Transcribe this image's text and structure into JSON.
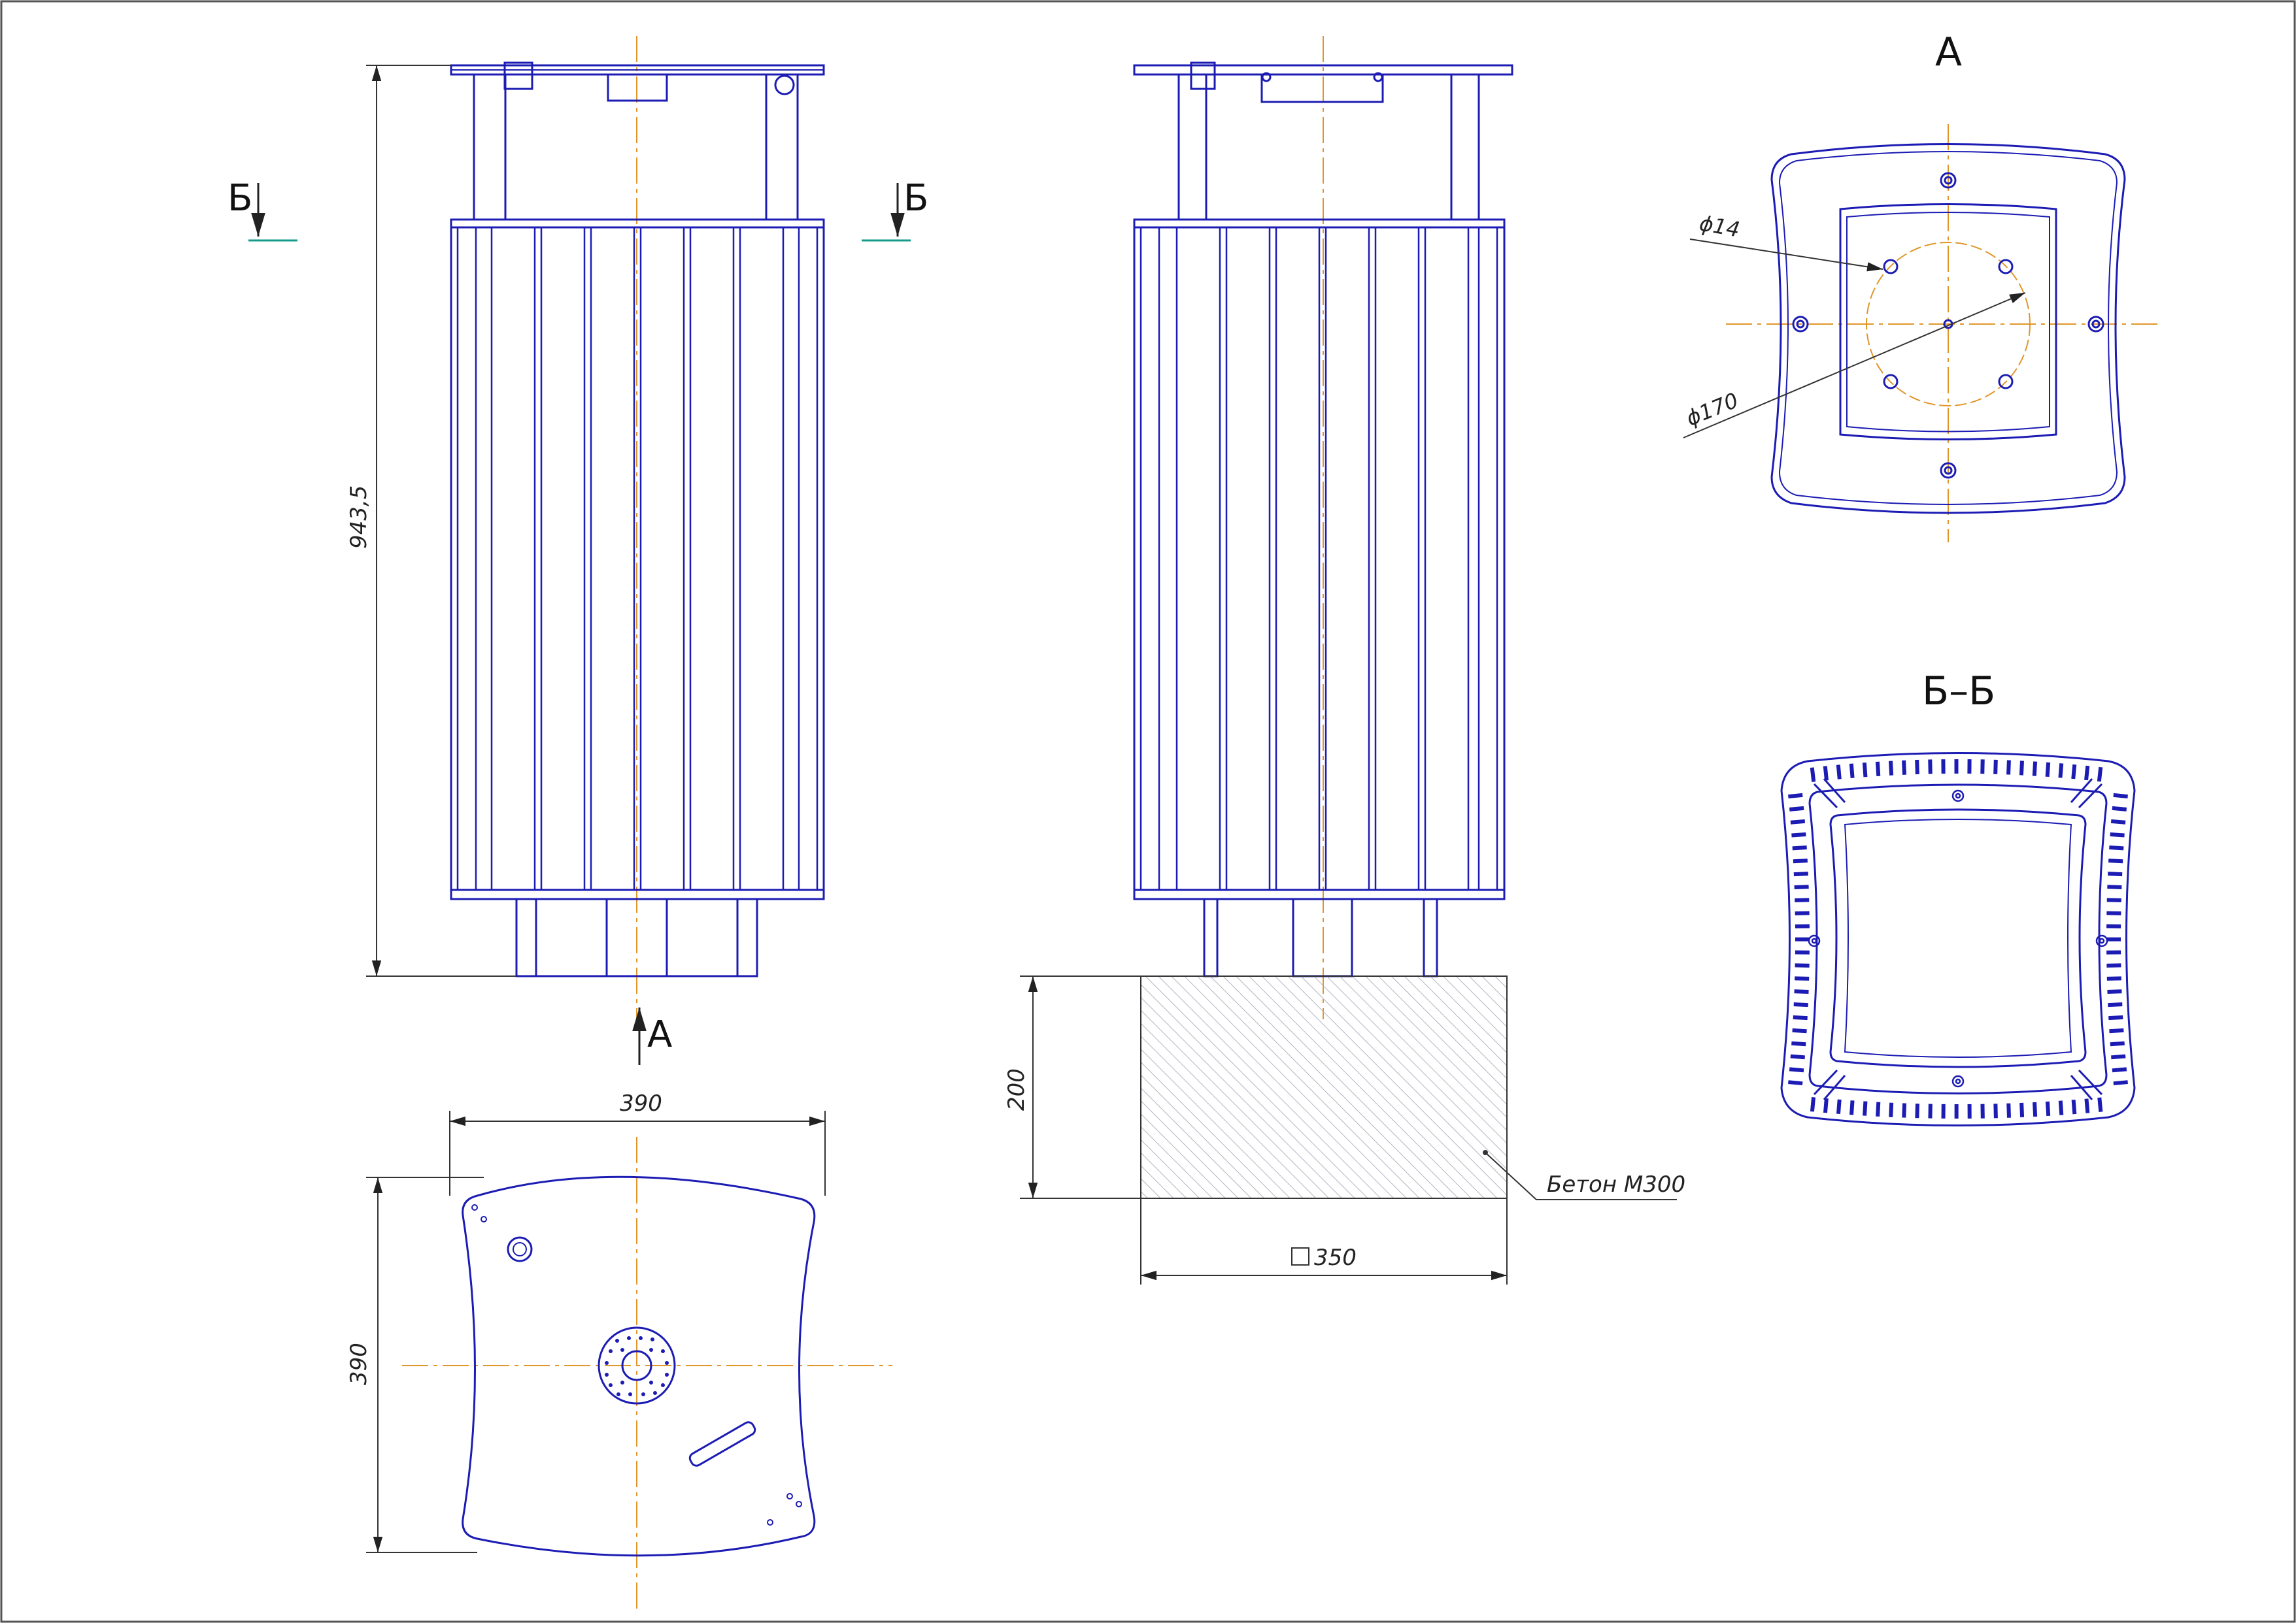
{
  "colors": {
    "outline": "#1c1cb4",
    "dim": "#333333",
    "axis": "#e0962a",
    "green": "#159b8a",
    "hatch": "#b4b4c2"
  },
  "labels": {
    "section_mark": "Б",
    "view_mark": "А",
    "view_a_title": "А",
    "section_title": "Б–Б",
    "dim_height": "943,5",
    "dim_top_w": "390",
    "dim_top_h": "390",
    "dim_found_h": "200",
    "dim_found_w": "350",
    "dim_hole": "ϕ14",
    "dim_pcd": "ϕ170",
    "concrete": "Бетон М300"
  }
}
